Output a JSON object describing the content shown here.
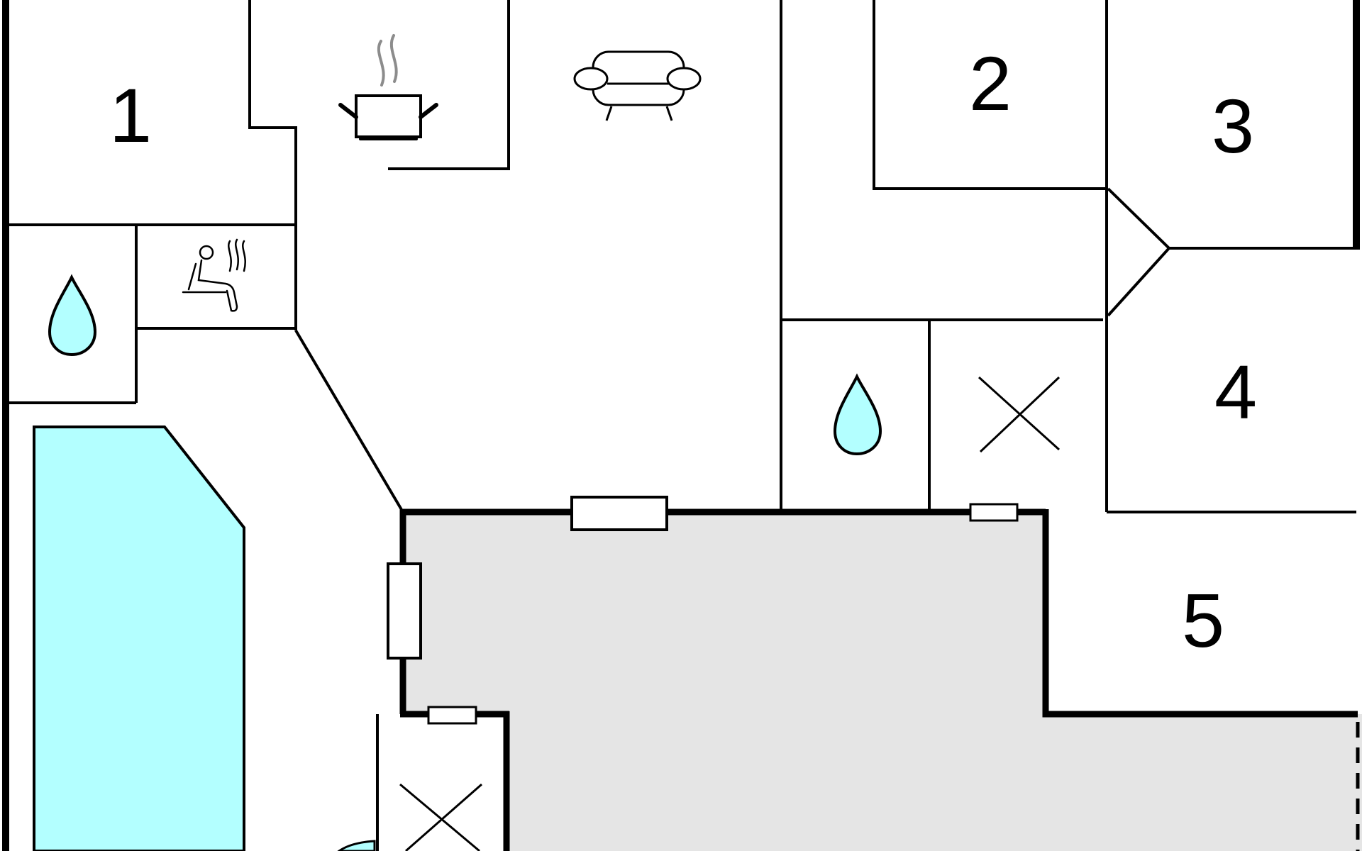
{
  "floorplan": {
    "rooms": [
      {
        "number": "1"
      },
      {
        "number": "2"
      },
      {
        "number": "3"
      },
      {
        "number": "4"
      },
      {
        "number": "5"
      }
    ],
    "icons": {
      "kitchen": "pot-icon",
      "living": "sofa-icon",
      "sauna": "sauna-icon",
      "bathroom": "water-drop-icon",
      "toilet": "cross-icon"
    },
    "colors": {
      "water": "#b3ffff",
      "terrace": "#e5e5e5",
      "wall": "#000000",
      "steam": "#8c8c8c"
    }
  }
}
